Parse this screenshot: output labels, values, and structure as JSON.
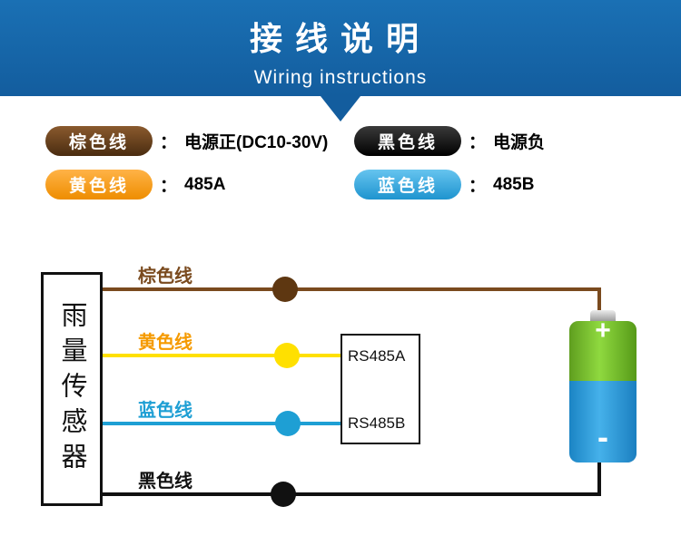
{
  "header": {
    "title": "接线说明",
    "subtitle": "Wiring instructions",
    "background_color": "#135d9e"
  },
  "legend": {
    "separator": "：",
    "items": [
      {
        "label": "棕色线",
        "desc": "电源正(DC10-30V)",
        "color": "#6b4423"
      },
      {
        "label": "黑色线",
        "desc": "电源负",
        "color": "#000000"
      },
      {
        "label": "黄色线",
        "desc": "485A",
        "color": "#f39800"
      },
      {
        "label": "蓝色线",
        "desc": "485B",
        "color": "#29a3dc"
      }
    ]
  },
  "diagram": {
    "sensor_label": "雨量传感器",
    "wires": [
      {
        "label": "棕色线",
        "color": "#7a4a1e",
        "connects_to": "battery +"
      },
      {
        "label": "黄色线",
        "color": "#ffe000",
        "connects_to": "RS485A"
      },
      {
        "label": "蓝色线",
        "color": "#1e9fd4",
        "connects_to": "RS485B"
      },
      {
        "label": "黑色线",
        "color": "#111111",
        "connects_to": "battery -"
      }
    ],
    "rs485_box": {
      "line_a": "RS485A",
      "line_b": "RS485B"
    },
    "battery": {
      "plus": "+",
      "minus": "-"
    }
  }
}
